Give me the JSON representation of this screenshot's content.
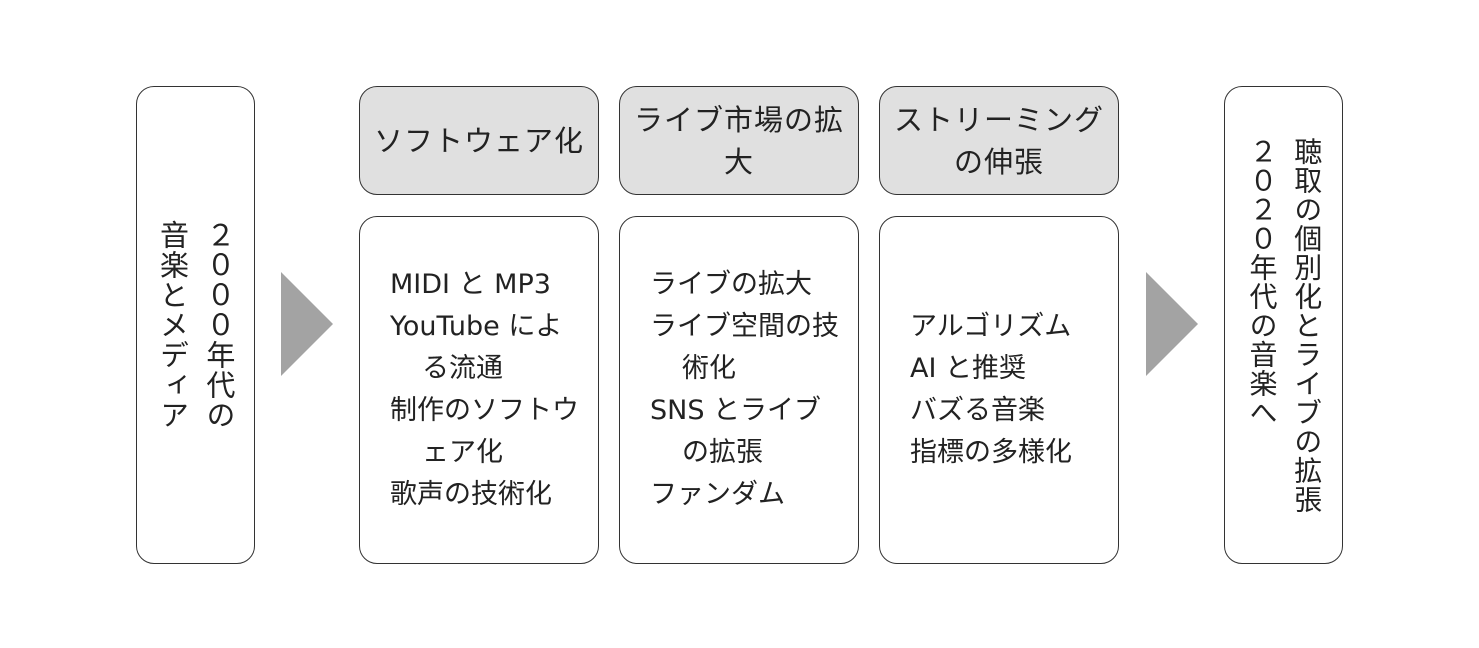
{
  "left_box": {
    "lines": [
      "２０００年代の",
      "音楽とメディア"
    ]
  },
  "columns": [
    {
      "header": "ソフトウェア化",
      "items": [
        "MIDI と MP3",
        "YouTube による流通",
        "制作のソフトウェア化",
        "歌声の技術化"
      ]
    },
    {
      "header": "ライブ市場の拡大",
      "items": [
        "ライブの拡大",
        "ライブ空間の技術化",
        "SNS とライブの拡張",
        "ファンダム"
      ]
    },
    {
      "header": "ストリーミングの伸張",
      "items": [
        "アルゴリズム",
        "AI と推奨",
        "バズる音楽",
        "指標の多様化"
      ]
    }
  ],
  "right_box": {
    "lines": [
      "聴取の個別化とライブの拡張",
      "２０２０年代の音楽へ"
    ]
  },
  "colors": {
    "header_fill": "#e0e0e0",
    "arrow": "#a3a3a3",
    "border": "#333333"
  }
}
